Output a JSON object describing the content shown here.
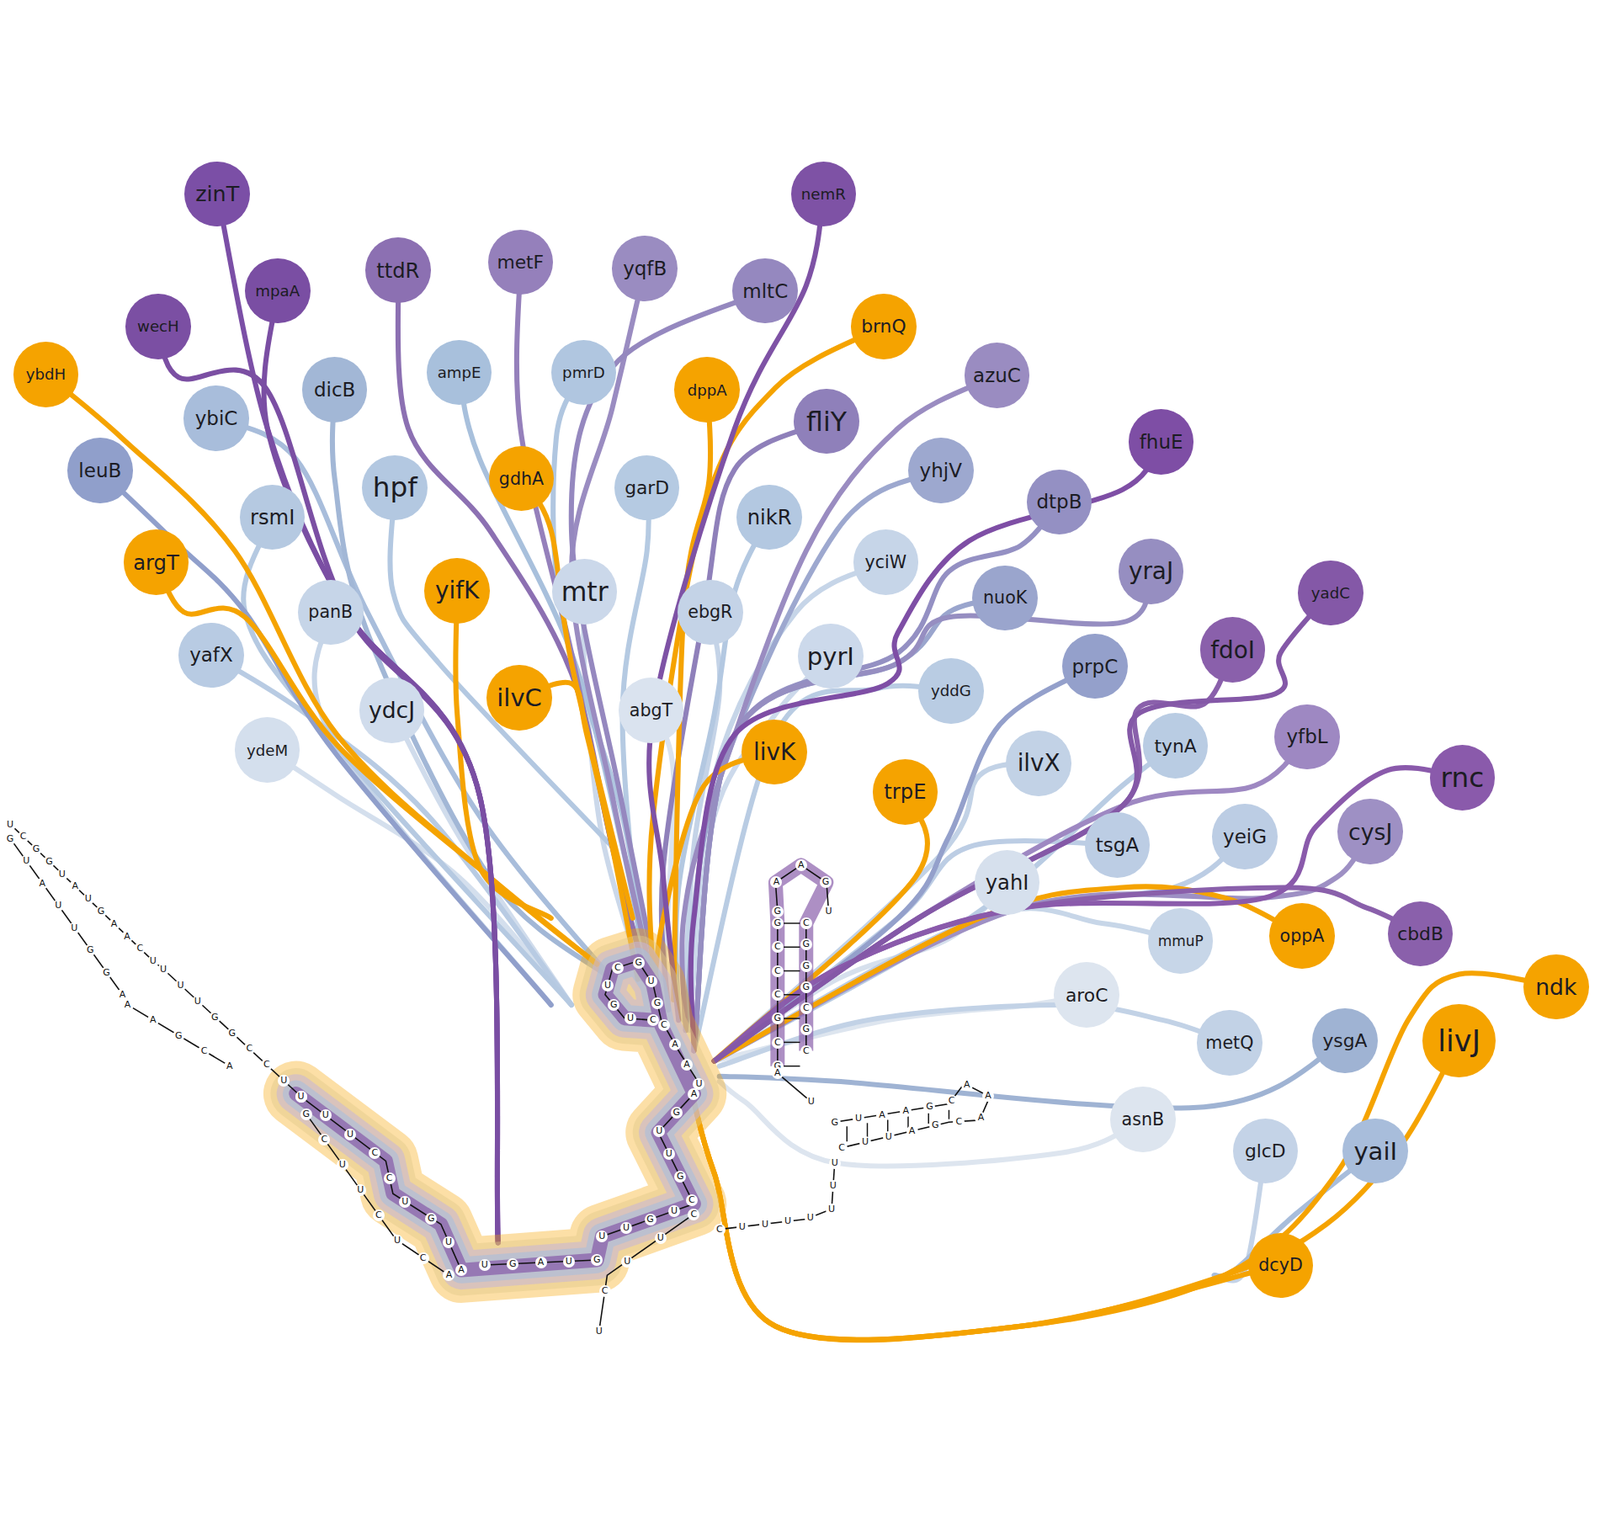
{
  "diagram": {
    "nodes": [
      {
        "text": [
          "zinT"
        ]
      },
      {
        "text": [
          "mpaA"
        ]
      },
      {
        "text": [
          "wecH"
        ]
      },
      {
        "text": [
          "ybdH"
        ]
      },
      {
        "text": [
          "ttdR"
        ]
      },
      {
        "text": [
          "metF"
        ]
      },
      {
        "text": [
          "yqfB"
        ]
      },
      {
        "text": [
          "mltC"
        ]
      },
      {
        "text": [
          "nemR"
        ]
      },
      {
        "text": [
          "brnQ"
        ]
      },
      {
        "text": [
          "dicB"
        ]
      },
      {
        "text": [
          "ybiC"
        ]
      },
      {
        "text": [
          "ampE"
        ]
      },
      {
        "text": [
          "pmrD"
        ]
      },
      {
        "text": [
          "dppA"
        ]
      },
      {
        "text": [
          "fliY"
        ]
      },
      {
        "text": [
          "azuC"
        ]
      },
      {
        "text": [
          "leuB"
        ]
      },
      {
        "text": [
          "hpf"
        ]
      },
      {
        "text": [
          "gdhA"
        ]
      },
      {
        "text": [
          "garD"
        ]
      },
      {
        "text": [
          "nikR"
        ]
      },
      {
        "text": [
          "fhuE"
        ]
      },
      {
        "text": [
          "yhjV"
        ]
      },
      {
        "text": [
          "dtpB"
        ]
      },
      {
        "text": [
          "rsmI"
        ]
      },
      {
        "text": [
          "argT"
        ]
      },
      {
        "text": [
          "yifK"
        ]
      },
      {
        "text": [
          "mtr"
        ]
      },
      {
        "text": [
          "ebgR"
        ]
      },
      {
        "text": [
          "yciW"
        ]
      },
      {
        "text": [
          "yraJ"
        ]
      },
      {
        "text": [
          "nuoK"
        ]
      },
      {
        "text": [
          "yadC"
        ]
      },
      {
        "text": [
          "panB"
        ]
      },
      {
        "text": [
          "yafX"
        ]
      },
      {
        "text": [
          "pyrI"
        ]
      },
      {
        "text": [
          "fdoI"
        ]
      },
      {
        "text": [
          "prpC"
        ]
      },
      {
        "text": [
          "ydcJ"
        ]
      },
      {
        "text": [
          "ilvC"
        ]
      },
      {
        "text": [
          "abgT"
        ]
      },
      {
        "text": [
          "yddG"
        ]
      },
      {
        "text": [
          "ydeM"
        ]
      },
      {
        "text": [
          "livK"
        ]
      },
      {
        "text": [
          "ilvX"
        ]
      },
      {
        "text": [
          "tynA"
        ]
      },
      {
        "text": [
          "yfbL"
        ]
      },
      {
        "text": [
          "rnc"
        ]
      },
      {
        "text": [
          "trpE"
        ]
      },
      {
        "text": [
          "tsgA"
        ]
      },
      {
        "text": [
          "yeiG"
        ]
      },
      {
        "text": [
          "cysJ"
        ]
      },
      {
        "text": [
          "yahI"
        ]
      },
      {
        "text": [
          "mmuP"
        ]
      },
      {
        "text": [
          "oppA"
        ]
      },
      {
        "text": [
          "cbdB"
        ]
      },
      {
        "text": [
          "aroC"
        ]
      },
      {
        "text": [
          "metQ"
        ]
      },
      {
        "text": [
          "ysgA"
        ]
      },
      {
        "text": [
          "ndk"
        ]
      },
      {
        "text": [
          "livJ"
        ]
      },
      {
        "text": [
          "asnB"
        ]
      },
      {
        "text": [
          "glcD"
        ]
      },
      {
        "text": [
          "yaiI"
        ]
      },
      {
        "text": [
          "dcyD"
        ]
      }
    ],
    "labels": [
      "U",
      "C",
      "G",
      "G",
      "U",
      "A",
      "U",
      "G",
      "A",
      "A",
      "C",
      "U",
      "G",
      "U",
      "A",
      "U",
      "U",
      "G",
      "G",
      "A",
      "A",
      "A",
      "G",
      "C",
      "A",
      "U",
      "U",
      "U",
      "G",
      "G",
      "C",
      "C",
      "U",
      "G",
      "U",
      "U",
      "U",
      "C",
      "C",
      "U",
      "G",
      "U",
      "A",
      "G",
      "C",
      "U",
      "U",
      "C",
      "U",
      "C",
      "A",
      "U",
      "G",
      "A",
      "U",
      "G",
      "U",
      "U",
      "G",
      "U",
      "C",
      "G",
      "U",
      "U",
      "G",
      "A",
      "C",
      "U",
      "G",
      "U",
      "C",
      "G",
      "U",
      "G",
      "C",
      "A",
      "A",
      "U",
      "G",
      "C",
      "G",
      "C",
      "C",
      "C",
      "G",
      "G",
      "A",
      "A",
      "G",
      "U",
      "C",
      "G",
      "G",
      "G",
      "C",
      "G",
      "C",
      "A",
      "U",
      "G",
      "U",
      "A",
      "A",
      "G",
      "C",
      "A",
      "A",
      "A",
      "C",
      "G",
      "A",
      "U",
      "U",
      "C",
      "U",
      "U",
      "U",
      "U",
      "U",
      "U",
      "U",
      "C",
      "C",
      "U",
      "U",
      "C",
      "U"
    ]
  }
}
